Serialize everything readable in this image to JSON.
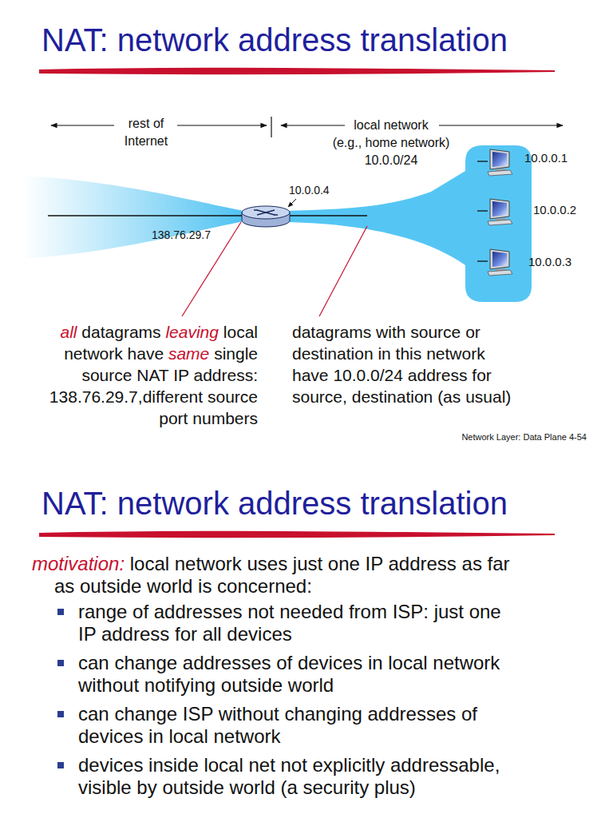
{
  "diagram": {
    "title": "NAT: network address translation",
    "labels": [
      "rest of Internet",
      "local network (e.g., home network) 10.0.0/24",
      "10.0.0.4",
      "138.76.29.7",
      "10.0.0.1",
      "10.0.0.2",
      "10.0.0.3",
      "all datagrams leaving local network have same single source NAT IP address: 138.76.29.7,different source port numbers",
      "datagrams with source or destination in this network have 10.0.0/24 address for source, destination (as usual)",
      "Network Layer: Data Plane 4-54",
      "NAT: network address translation",
      "motivation: local network uses just one IP address as far as outside world is concerned:",
      "range of addresses not needed from ISP: just one IP address for all devices",
      "can change addresses of devices in local network without notifying outside world",
      "can change ISP without changing addresses of devices in local network",
      "devices inside local net not explicitly addressable, visible by outside world (a security plus)"
    ]
  }
}
